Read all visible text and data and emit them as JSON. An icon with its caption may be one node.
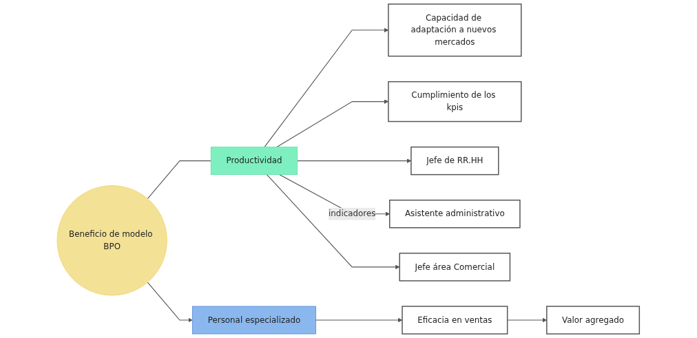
{
  "diagram": {
    "nodes": [
      {
        "text": [
          "Beneficio de modelo BPO"
        ]
      },
      {
        "text": [
          "Capacidad de adaptación a nuevos mercados"
        ]
      },
      {
        "text": [
          "Productividad"
        ]
      },
      {
        "text": [
          "Cumplimiento de los kpis"
        ]
      },
      {
        "text": [
          "Jefe de RR.HH"
        ]
      },
      {
        "text": [
          "Asistente administrativo"
        ]
      },
      {
        "text": [
          "Jefe área Comercial"
        ]
      },
      {
        "text": [
          "Valor agregado"
        ]
      },
      {
        "text": [
          "Eficacia en ventas"
        ]
      },
      {
        "text": [
          "Personal especializado"
        ]
      }
    ],
    "edges": [
      {
        "from": 0,
        "to": 2,
        "arrow": "none"
      },
      {
        "from": 2,
        "to": 1,
        "arrow": "to"
      },
      {
        "from": 2,
        "to": 3,
        "arrow": "to"
      },
      {
        "from": 2,
        "to": 4,
        "arrow": "to"
      },
      {
        "from": 2,
        "to": 5,
        "arrow": "to",
        "label": "indicadores"
      },
      {
        "from": 2,
        "to": 6,
        "arrow": "to"
      },
      {
        "from": 0,
        "to": 9,
        "arrow": "to"
      },
      {
        "from": 9,
        "to": 8,
        "arrow": "to"
      },
      {
        "from": 8,
        "to": 7,
        "arrow": "to"
      }
    ]
  }
}
